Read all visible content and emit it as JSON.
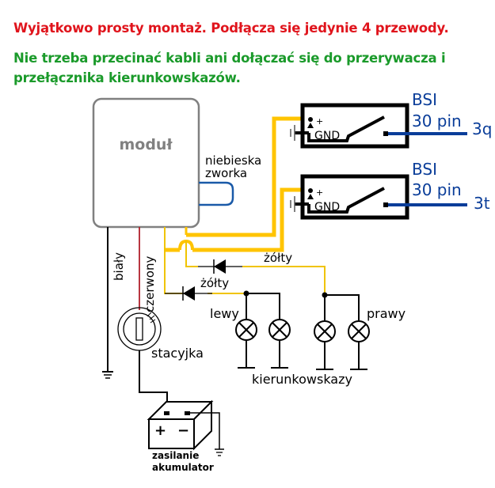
{
  "header": {
    "line1": "Wyjątkowo prosty montaż. Podłącza się jedynie 4 przewody.",
    "line2a": "Nie trzeba przecinać kabli ani dołączać się do przerywacza i",
    "line2b": "przełącznika kierunkowskazów."
  },
  "colors": {
    "title_red": "#e0141c",
    "title_green": "#1a9a2a",
    "wire_yellow": "#ffc400",
    "wire_blue": "#0a3d99",
    "wire_red": "#b0202a",
    "module_gray": "#808080"
  },
  "module": {
    "label": "moduł"
  },
  "jumper": {
    "line1": "niebieska",
    "line2": "zworka"
  },
  "connectors": [
    {
      "label_line1": "BSI",
      "label_line2": "30 pin",
      "pin": "3q",
      "gnd": "GND",
      "plus": "+"
    },
    {
      "label_line1": "BSI",
      "label_line2": "30 pin",
      "pin": "3t",
      "gnd": "GND",
      "plus": "+"
    }
  ],
  "wires": {
    "white": "biały",
    "red": "czerwony",
    "yellow_upper": "żółty",
    "yellow_lower": "żółty"
  },
  "ignition": {
    "label": "stacyjka"
  },
  "indicators": {
    "left": "lewy",
    "right": "prawy",
    "group": "kierunkowskazy"
  },
  "battery": {
    "line1": "zasilanie",
    "line2": "akumulator",
    "plus": "+",
    "minus": "−"
  }
}
